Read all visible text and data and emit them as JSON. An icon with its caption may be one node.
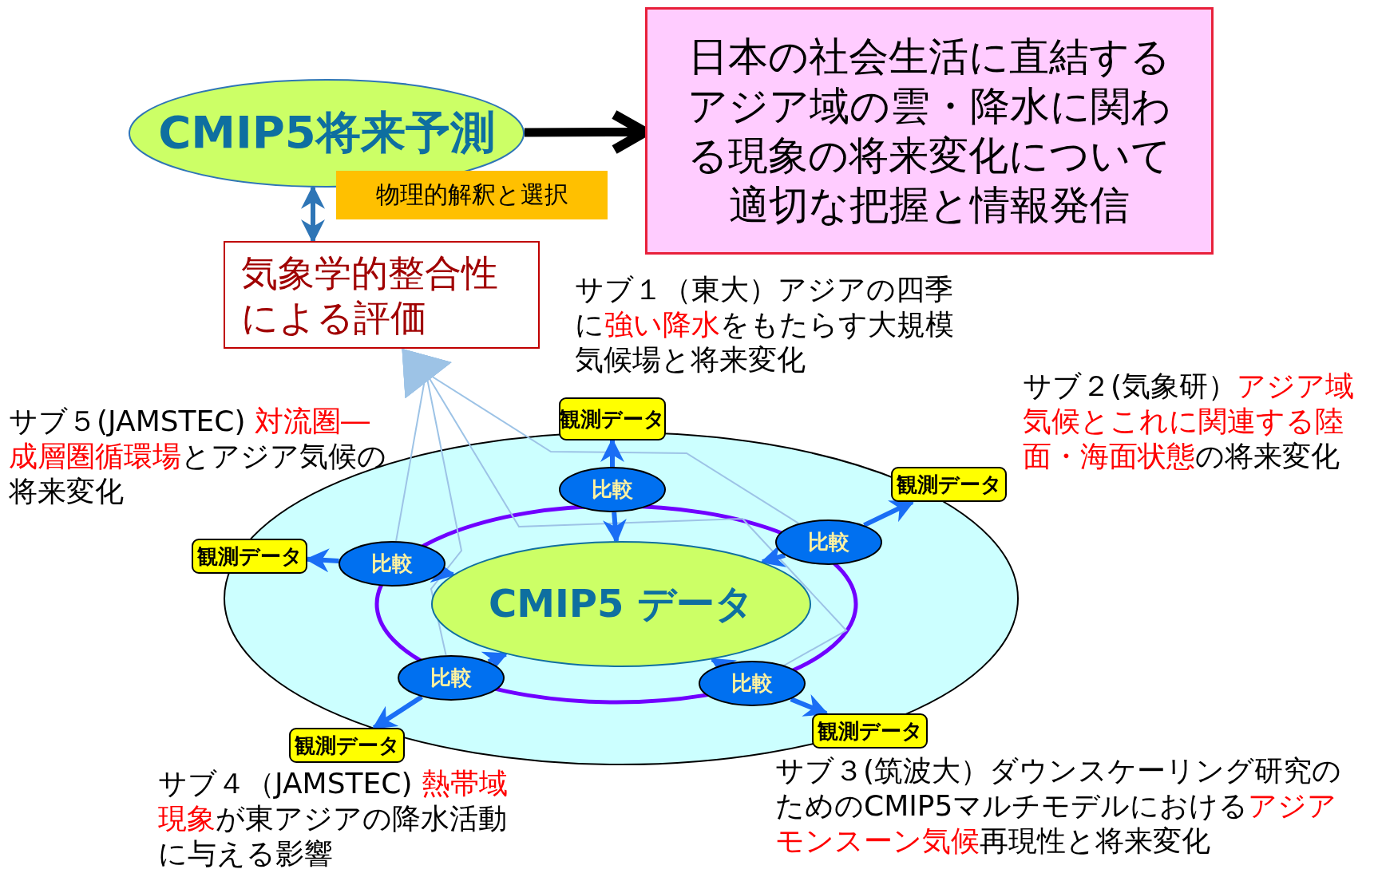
{
  "diagram": {
    "nodes": [
      {
        "text": [
          "CMIP5将来予測"
        ]
      },
      {
        "text": [
          "日本の社会生活に直結するアジア域の雲・降水に関わる現象の将来変化について適切な把握と情報発信"
        ]
      },
      {
        "text": [
          "物理的解釈と選択"
        ]
      },
      {
        "text": [
          "気象学的整合性による評価"
        ]
      },
      {
        "text": [
          "サブ１（東大）アジアの四季に**強い降水**をもたらす大規模気候場と将来変化"
        ]
      },
      {
        "text": [
          "サブ２(気象研）**アジア域気候とこれに関連する陸面・海面状態**の将来変化"
        ]
      },
      {
        "text": [
          "サブ５(JAMSTEC) **対流圏―成層圏循環場**とアジア気候の将来変化"
        ]
      },
      {
        "text": [],
        "shape": "ellipse"
      },
      {
        "text": [
          "観測データ"
        ]
      },
      {
        "text": [
          "比較"
        ],
        "in": 7
      },
      {
        "text": [
          "観測データ"
        ]
      },
      {
        "text": [
          "比較"
        ],
        "in": 7
      },
      {
        "text": [
          "観測データ"
        ]
      },
      {
        "text": [
          "比較"
        ],
        "in": 7
      },
      {
        "text": [
          "CMIP5 データ"
        ],
        "in": 7
      },
      {
        "text": [
          "比較"
        ],
        "in": 7
      },
      {
        "text": [
          "比較"
        ],
        "in": 7
      },
      {
        "text": [
          "観測データ"
        ]
      },
      {
        "text": [
          "観測データ"
        ]
      },
      {
        "text": [
          "サブ４（JAMSTEC) **熱帯域現象**が東アジアの降水活動に与える影響"
        ]
      },
      {
        "text": [
          "サブ３(筑波大）ダウンスケーリング研究のためのCMIP5マルチモデルにおける**アジアモンスーン気候**再現性と将来変化"
        ]
      }
    ],
    "edges": [
      {
        "from": 0,
        "to": 1,
        "arrow": "to",
        "style": "thick",
        "color": "#000000"
      },
      {
        "from": 3,
        "to": 0,
        "arrow": "both",
        "color": "#2e75b6"
      },
      {
        "from": 9,
        "to": 8,
        "arrow": "to"
      },
      {
        "from": 9,
        "to": 14,
        "arrow": "to"
      },
      {
        "from": 11,
        "to": 10,
        "arrow": "to"
      },
      {
        "from": 11,
        "to": 14,
        "arrow": "to"
      },
      {
        "from": 13,
        "to": 12,
        "arrow": "to"
      },
      {
        "from": 13,
        "to": 14,
        "arrow": "to"
      },
      {
        "from": 15,
        "to": 17,
        "arrow": "to"
      },
      {
        "from": 15,
        "to": 14,
        "arrow": "to"
      },
      {
        "from": 16,
        "to": 18,
        "arrow": "to"
      },
      {
        "from": 16,
        "to": 14,
        "arrow": "to"
      },
      {
        "from": 13,
        "to": 3,
        "arrow": "to",
        "color": "#9dc3e6"
      },
      {
        "from": 15,
        "to": 3,
        "arrow": "to",
        "color": "#9dc3e6"
      },
      {
        "from": 11,
        "to": 3,
        "arrow": "to",
        "color": "#9dc3e6"
      },
      {
        "from": 16,
        "to": 3,
        "arrow": "to",
        "color": "#9dc3e6"
      }
    ]
  }
}
